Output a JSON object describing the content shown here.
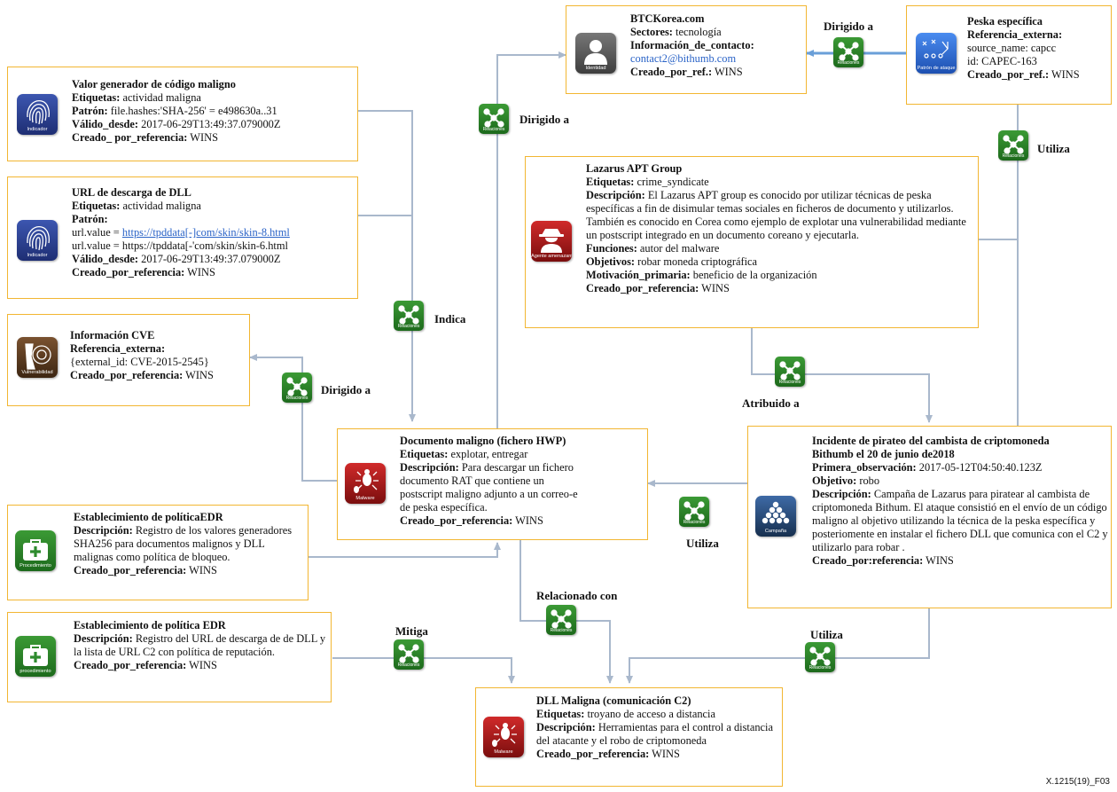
{
  "figure_id": "X.1215(19)_F03",
  "colors": {
    "box_border": "#f2b632",
    "connector": "#a9b8cc",
    "connector_active": "#6a9fd8",
    "relation_icon": "#2e8b2e",
    "indicator_icon": "#2a3f8e",
    "vulnerability_icon": "#5b3a1e",
    "threat_actor_icon": "#b01c1c",
    "malware_icon": "#b01c1c",
    "campaign_icon": "#1f3b66",
    "identity_icon": "#5a5a5a",
    "attack_pattern_icon": "#2f6fd1",
    "course_of_action_icon": "#2e8b2e"
  },
  "nodes": {
    "indicator1": {
      "icon": "fingerprint-icon",
      "icon_caption": "Indicador",
      "title": "Valor generador de código maligno",
      "l1_k": "Etiquetas:",
      "l1_v": " actividad maligna",
      "l2_k": "Patrón:",
      "l2_v": " file.hashes:'SHA-256' = e498630a..31",
      "l3_k": "Válido_desde:",
      "l3_v": " 2017-06-29T13:49:37.079000Z",
      "l4_k": "Creado_ por_referencia:",
      "l4_v": " WINS"
    },
    "indicator2": {
      "icon": "fingerprint-icon",
      "icon_caption": "Indicador",
      "title": "URL de descarga de DLL",
      "l1_k": "Etiquetas:",
      "l1_v": " actividad maligna",
      "l2_k": "Patrón:",
      "l3_pre": "url.value = ",
      "l3_link": " https://tpddata[-]com/skin/skin-8.html",
      "l4": "url.value = https://tpddata[-'com/skin/skin-6.html",
      "l5_k": "Válido_desde:",
      "l5_v": " 2017-06-29T13:49:37.079000Z",
      "l6_k": "Creado_por_referencia:",
      "l6_v": " WINS"
    },
    "vulnerability": {
      "icon": "target-icon",
      "icon_caption": "Vulnerabilidad",
      "title": "Información CVE",
      "l1_k": "Referencia_externa:",
      "l2": "{external_id: CVE-2015-2545}",
      "l3_k": "Creado_por_referencia:",
      "l3_v": " WINS"
    },
    "identity": {
      "icon": "person-icon",
      "icon_caption": "Identidad",
      "title": "BTCKorea.com",
      "l1_k": "Sectores:",
      "l1_v": " tecnología",
      "l2_k": "Información_de_contacto:",
      "l3_link": "contact2@bithumb.com",
      "l4_k": "Creado_por_ref.:",
      "l4_v": " WINS"
    },
    "attack_pattern": {
      "icon": "play-diagram-icon",
      "icon_caption": "Patrón de ataque",
      "title": "Peska específica",
      "l1_k": "Referencia_externa:",
      "l2": "source_name: capcc",
      "l3": "id: CAPEC-163",
      "l4_k": "Creado_por_ref.:",
      "l4_v": " WINS"
    },
    "threat_actor": {
      "icon": "spy-icon",
      "icon_caption": "Agente amenazante",
      "title": "Lazarus APT Group",
      "l1_k": "Etiquetas:",
      "l1_v": " crime_syndicate",
      "desc_k": "Descripción:",
      "desc_v": " El Lazarus APT group es conocido por utilizar técnicas de peska específicas a fin de disimular temas sociales en ficheros de documento y utilizarlos. También es conocido en Corea como ejemplo de explotar una vulnerabilidad mediante un postscript integrado en un documento coreano y ejecutarla.",
      "l2_k": "Funciones:",
      "l2_v": " autor del malware",
      "l3_k": "Objetivos:",
      "l3_v": " robar moneda criptográfica",
      "l4_k": "Motivación_primaria:",
      "l4_v": "  beneficio de la organización",
      "l5_k": "Creado_por_referencia:",
      "l5_v": " WINS"
    },
    "malware_hwp": {
      "icon": "bug-icon",
      "icon_caption": "Malware",
      "title": "Documento maligno (fichero HWP)",
      "l1_k": "Etiquetas:",
      "l1_v": " explotar, entregar",
      "desc_k": "Descripción:",
      "desc_v": " Para descargar un fichero documento RAT que contiene un postscript maligno adjunto a un correo-e de peska específica.",
      "l2_k": "Creado_por_referencia:",
      "l2_v": " WINS"
    },
    "campaign": {
      "icon": "pyramid-icon",
      "icon_caption": "Campaña",
      "title1": "Incidente de pirateo del cambista de criptomoneda",
      "title2": "Bithumb el 20 de junio de2018",
      "l1_k": "Primera_observación:",
      "l1_v": " 2017-05-12T04:50:40.123Z",
      "l2_k": "Objetivo:",
      "l2_v": " robo",
      "desc_k": "Descripción:",
      "desc_v": " Campaña de Lazarus para piratear al cambista de criptomoneda Bithum. El ataque consistió en el envío de un código maligno al objetivo utilizando la técnica de la peska específica y posteriomente en instalar el fichero DLL que comunica con el C2 y utilizarlo para robar .",
      "l3_k": "Creado_por:referencia:",
      "l3_v": " WINS"
    },
    "coa1": {
      "icon": "first-aid-icon",
      "icon_caption": "Procedimiento",
      "title": "Establecimiento de políticaEDR",
      "desc_k": "Descripción:",
      "desc_v": " Registro de los valores generadores SHA256 para documentos malignos y DLL malignas como política de bloqueo.",
      "l1_k": "Creado_por_referencia:",
      "l1_v": " WINS"
    },
    "coa2": {
      "icon": "first-aid-icon",
      "icon_caption": "procedimiento",
      "title": "Establecimiento de política EDR",
      "desc_k": "Descripción:",
      "desc_v": " Registro del URL de descarga de de DLL y la lista de URL C2 con política de reputación.",
      "l1_k": "Creado_por_referencia:",
      "l1_v": " WINS"
    },
    "malware_dll": {
      "icon": "bug-icon",
      "icon_caption": "Malware",
      "title": "DLL Maligna (comunicación C2)",
      "l1_k": "Etiquetas:",
      "l1_v": " troyano de acceso a distancia",
      "desc_k": "Descripción:",
      "desc_v": " Herramientas para el control a distancia del atacante y el robo de criptomoneda",
      "l2_k": "Creado_por_referencia:",
      "l2_v": " WINS"
    }
  },
  "relations": {
    "caption": "Relaciones",
    "icon": "network-icon",
    "labels": {
      "targets_identity": "Dirigido a",
      "targets_top": "Dirigido a",
      "indicates": "Indica",
      "targets_cve": "Dirigido a",
      "uses_attack_pattern": "Utiliza",
      "attributed_to": "Atribuido a",
      "uses_malware": "Utiliza",
      "related_to": "Relacionado con",
      "mitigates": "Mitiga",
      "uses_dll": "Utiliza"
    }
  }
}
